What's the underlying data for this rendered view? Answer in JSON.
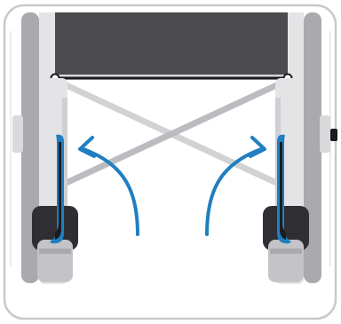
{
  "diagram": {
    "subject": "wheelchair-brake-release",
    "arrow_directions": [
      "left-curved-up",
      "right-curved-up"
    ],
    "colors": {
      "frame_border": "#c9c9c9",
      "tube_light": "#e4e4e6",
      "tube_mid": "#b7b7bb",
      "tube_dark": "#8e8e93",
      "seat": "#4b4b50",
      "cross_brace": "#c9c9cc",
      "accent": "#1f7fc1",
      "wheel_dark": "#2e2e33",
      "axle_rod": "#1c1c20"
    }
  }
}
